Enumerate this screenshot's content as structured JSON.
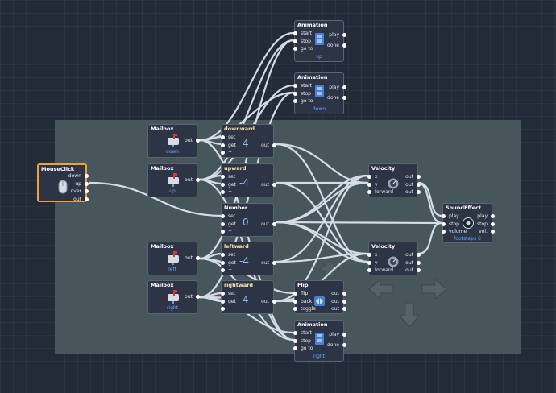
{
  "mouseclick": {
    "title": "MouseClick",
    "ports": [
      "down",
      "up",
      "over",
      "out"
    ]
  },
  "mailbox_down": {
    "title": "Mailbox",
    "out": "out",
    "name": "down"
  },
  "mailbox_up": {
    "title": "Mailbox",
    "out": "out",
    "name": "up"
  },
  "mailbox_left": {
    "title": "Mailbox",
    "out": "out",
    "name": "left"
  },
  "mailbox_right": {
    "title": "Mailbox",
    "out": "out",
    "name": "right"
  },
  "var_downward": {
    "title": "downward",
    "inputs": [
      "set",
      "get",
      "+"
    ],
    "value": "4",
    "out": "out"
  },
  "var_upward": {
    "title": "upward",
    "inputs": [
      "set",
      "get",
      "+"
    ],
    "value": "-4",
    "out": "out"
  },
  "var_number": {
    "title": "Number",
    "inputs": [
      "set",
      "get",
      "+"
    ],
    "value": "0",
    "out": "out"
  },
  "var_leftward": {
    "title": "leftward",
    "inputs": [
      "set",
      "get",
      "+"
    ],
    "value": "-4",
    "out": "out"
  },
  "var_rightward": {
    "title": "rightward",
    "inputs": [
      "set",
      "get",
      "+"
    ],
    "value": "4",
    "out": "out"
  },
  "anim_up": {
    "title": "Animation",
    "inputs": [
      "start",
      "stop",
      "go to"
    ],
    "outputs": [
      "play",
      "done"
    ],
    "name": "up"
  },
  "anim_down": {
    "title": "Animation",
    "inputs": [
      "start",
      "stop",
      "go to"
    ],
    "outputs": [
      "play",
      "done"
    ],
    "name": "down"
  },
  "anim_right": {
    "title": "Animation",
    "inputs": [
      "start",
      "stop",
      "go to"
    ],
    "outputs": [
      "play",
      "done"
    ],
    "name": "right"
  },
  "velocity_top": {
    "title": "Velocity",
    "inputs": [
      "x",
      "y",
      "forward"
    ],
    "outputs": [
      "out",
      "out",
      "out"
    ]
  },
  "velocity_bottom": {
    "title": "Velocity",
    "inputs": [
      "x",
      "y",
      "forward"
    ],
    "outputs": [
      "out",
      "out",
      "out"
    ]
  },
  "flip": {
    "title": "Flip",
    "inputs": [
      "flip",
      "back",
      "toggle"
    ],
    "outputs": [
      "out",
      "out",
      "out"
    ]
  },
  "soundeffect": {
    "title": "SoundEffect",
    "inputs": [
      "play",
      "stop",
      "volume"
    ],
    "outputs": [
      "play",
      "stop",
      "vol."
    ],
    "name": "footsteps 6"
  },
  "colors": {
    "background": "#232b39",
    "group": "#4a5a5d",
    "node": "#2c3446",
    "selected": "#f0a03a",
    "wire": "#dde3ef",
    "label": "#6aa8ff"
  }
}
